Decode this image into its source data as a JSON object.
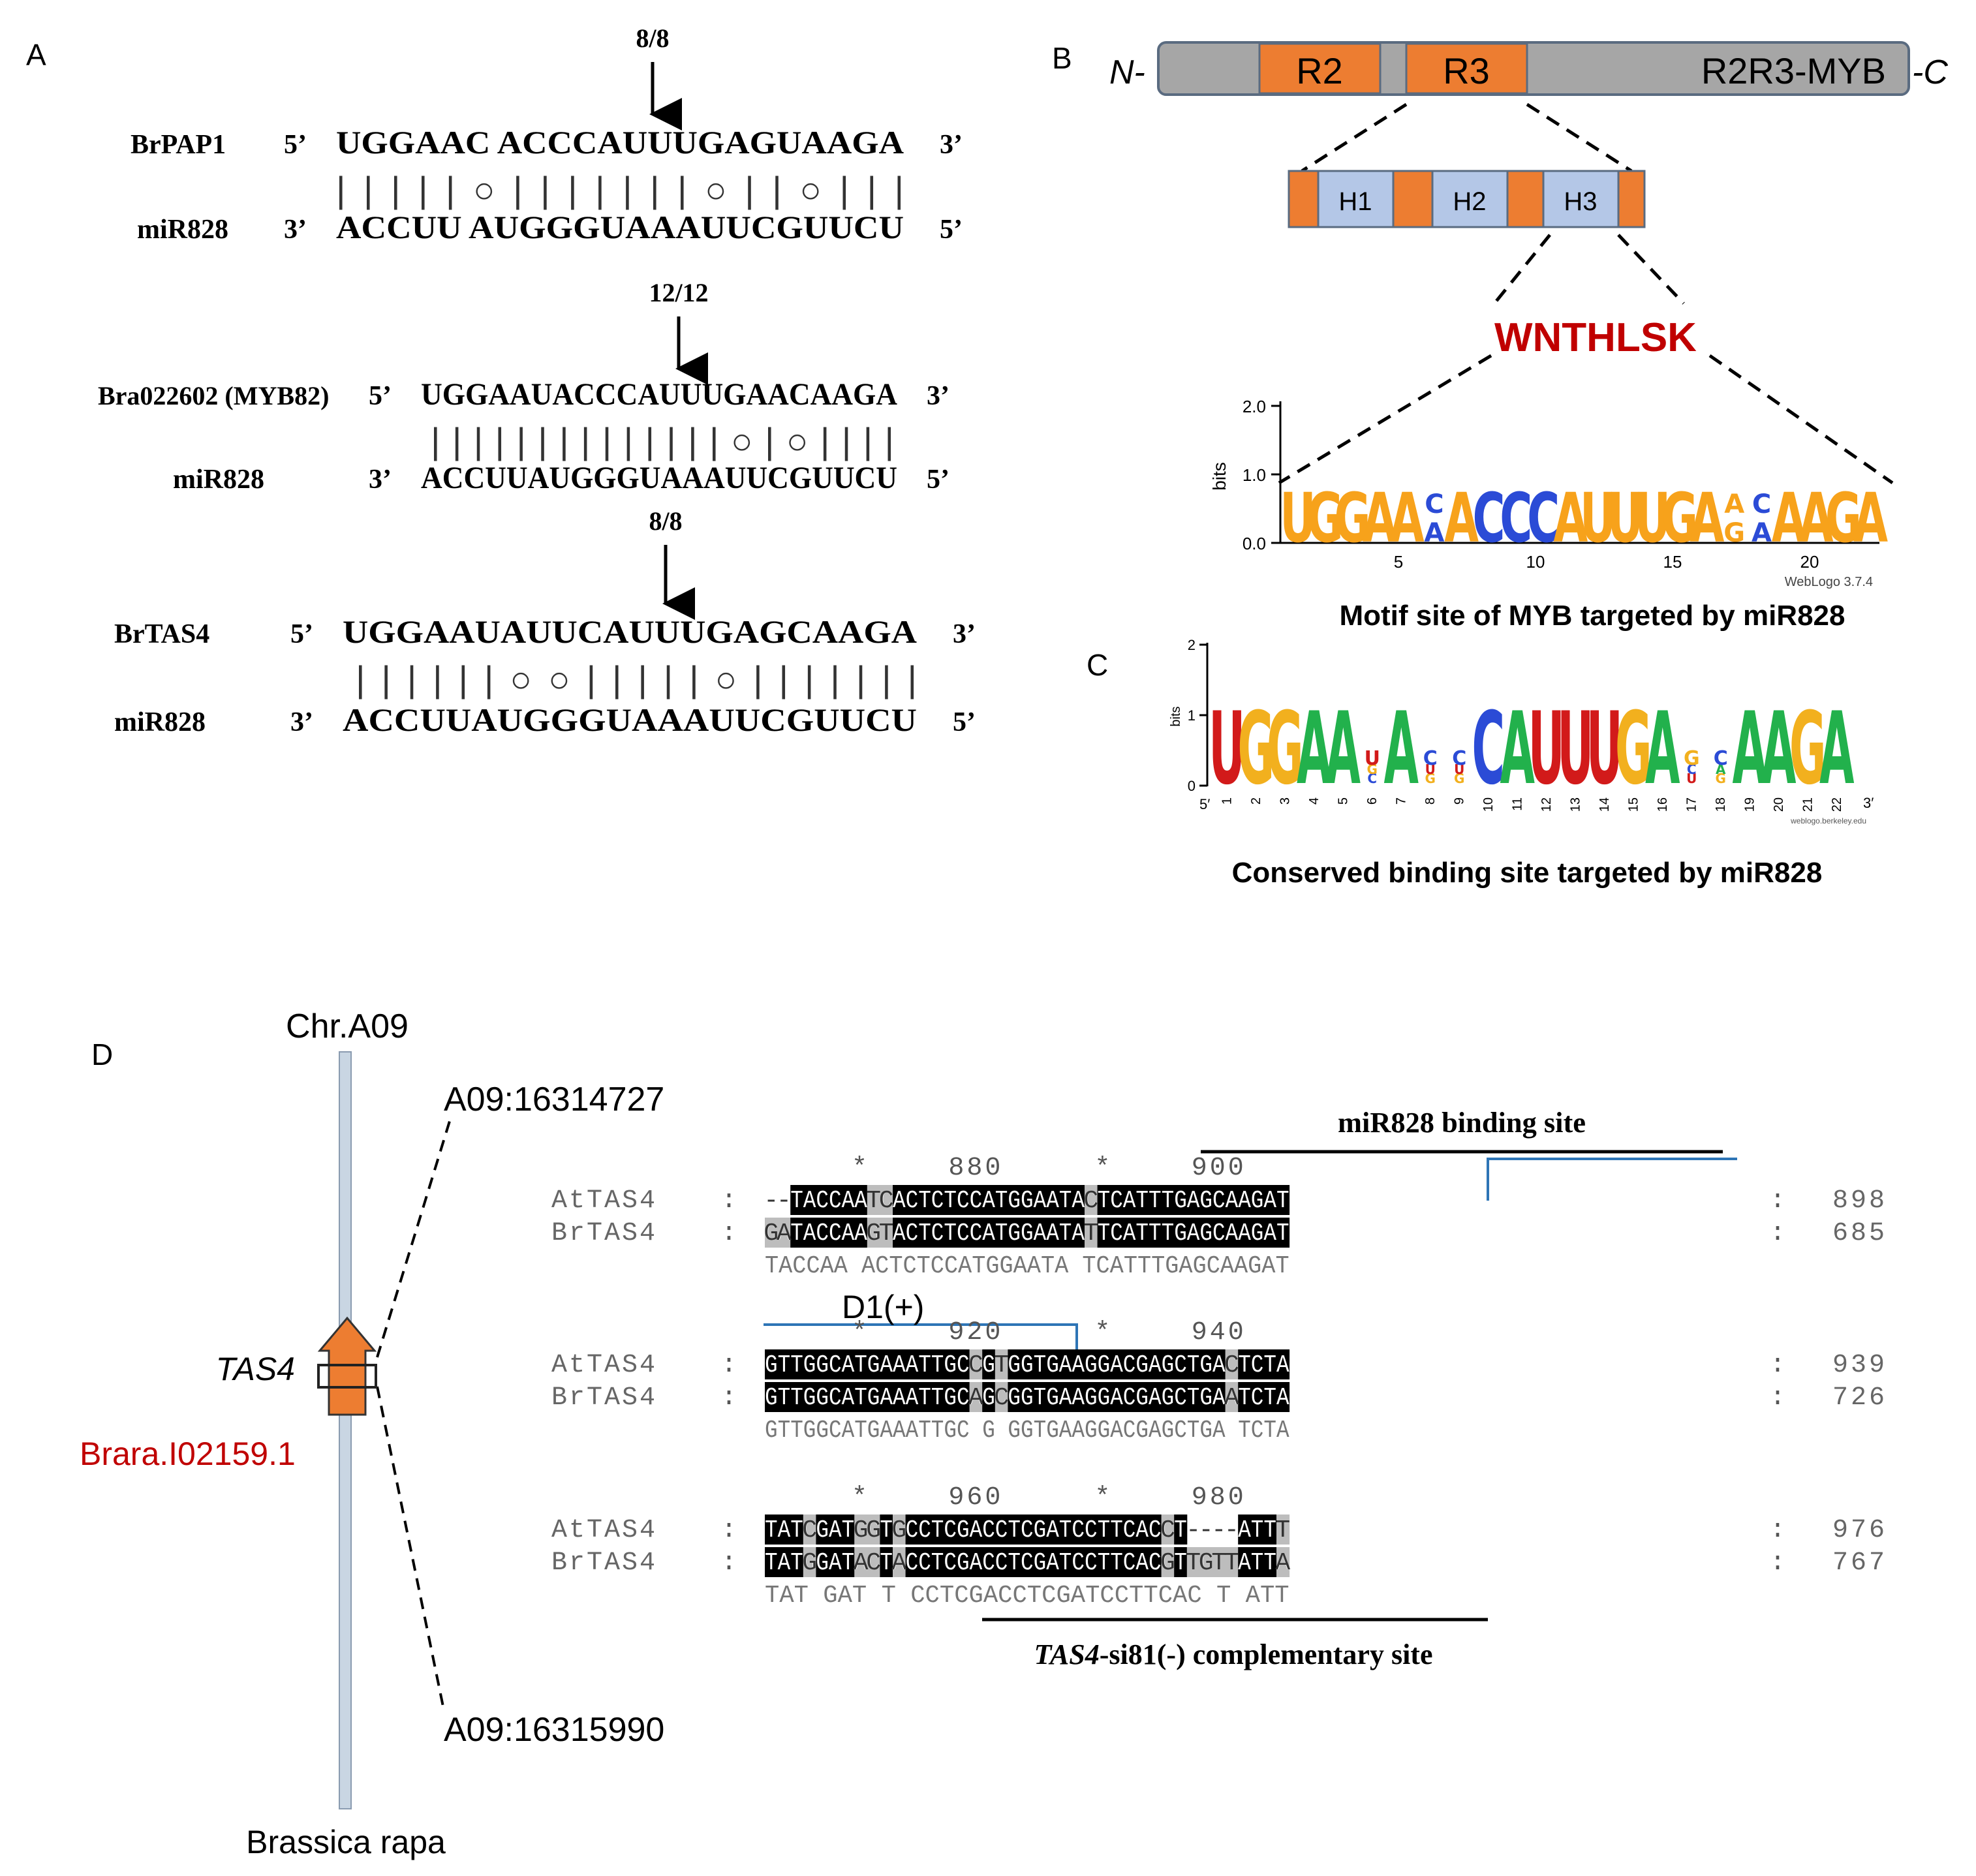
{
  "panel_labels": {
    "a": "A",
    "b": "B",
    "c": "C",
    "d": "D"
  },
  "panel_a": {
    "pairs": [
      {
        "ratio": "8/8",
        "target_name": "BrPAP1",
        "t5": "5’",
        "target_seq": "UGGAAC ACCCAUUUGAGUAAGA",
        "t3": "3’",
        "pairing": "|||||○|||||||○||○|||",
        "mirna_name": "miR828",
        "m3": "3’",
        "mirna_seq": "ACCUU AUGGGUAAAUUCGUUCU",
        "m5": "5’"
      },
      {
        "ratio": "12/12",
        "target_name": "Bra022602 (MYB82)",
        "t5": "5’",
        "target_seq": "UGGAAUACCCAUUUGAACAAGA",
        "t3": "3’",
        "pairing": "||||||||||||||○|○||||",
        "mirna_name": "miR828",
        "m3": "3’",
        "mirna_seq": "ACCUUAUGGGUAAAUUCGUUCU",
        "m5": "5’"
      },
      {
        "ratio": "8/8",
        "target_name": "BrTAS4",
        "t5": "5’",
        "target_seq": "UGGAAUAUUCAUUUGAGCAAGA",
        "t3": "3’",
        "pairing": "||||||○○|||||○|||||||",
        "mirna_name": "miR828",
        "m3": "3’",
        "mirna_seq": "ACCUUAUGGGUAAAUUCGUUCU",
        "m5": "5’"
      }
    ]
  },
  "panel_b": {
    "n_term": "N-",
    "c_term": "-C",
    "domains": [
      "R2",
      "R3"
    ],
    "protein": "R2R3-MYB",
    "helices": [
      "H1",
      "H2",
      "H3"
    ],
    "motif": "WNTHLSK",
    "logo": {
      "y_ticks": [
        "2.0",
        "1.0",
        "0.0"
      ],
      "y_label": "bits",
      "x_ticks": [
        "5",
        "10",
        "15",
        "20"
      ],
      "sequence": "UGGAAgACCCAUUUGAagAAGA",
      "credit": "WebLogo 3.7.4",
      "caption": "Motif site of MYB targeted by miR828"
    }
  },
  "panel_c": {
    "y_ticks": [
      "2",
      "1",
      "0"
    ],
    "y_label": "bits",
    "positions": [
      "1",
      "2",
      "3",
      "4",
      "5",
      "6",
      "7",
      "8",
      "9",
      "10",
      "11",
      "12",
      "13",
      "14",
      "15",
      "16",
      "17",
      "18",
      "19",
      "20",
      "21",
      "22"
    ],
    "end5": "5′",
    "end3": "3′",
    "credit": "weblogo.berkeley.edu",
    "caption": "Conserved binding site targeted by miR828"
  },
  "panel_d": {
    "chromosome": "Chr.A09",
    "start": "A09:16314727",
    "end": "A09:16315990",
    "gene": "TAS4",
    "gene_id": "Brara.I02159.1",
    "species": "Brassica rapa",
    "binding_label": "miR828 binding site",
    "d1_label": "D1(+)",
    "complementary_label_italic": "TAS4",
    "complementary_label_rest": "-si81(-) complementary site",
    "blocks": [
      {
        "ruler": [
          "*",
          "880",
          "*",
          "900"
        ],
        "rows": [
          {
            "name": "AtTAS4",
            "colon": ":",
            "seq": "--TACCAATCACTCTCCATGGAATACTCATTTGAGCAAGAT",
            "sep": ":",
            "num": "898"
          },
          {
            "name": "BrTAS4",
            "colon": ":",
            "seq": "GATACCAAGTACTCTCCATGGAATATTCATTTGAGCAAGAT",
            "sep": ":",
            "num": "685"
          }
        ],
        "consensus": "  TACCAA  ACTCTCCATGGAATA TCATTTGAGCAAGAT"
      },
      {
        "ruler": [
          "*",
          "920",
          "*",
          "940"
        ],
        "rows": [
          {
            "name": "AtTAS4",
            "colon": ":",
            "seq": "GTTGGCATGAAATTGCCGTGGTGAAGGACGAGCTGACTCTA",
            "sep": ":",
            "num": "939"
          },
          {
            "name": "BrTAS4",
            "colon": ":",
            "seq": "GTTGGCATGAAATTGCAGCGGTGAAGGACGAGCTGAATCTA",
            "sep": ":",
            "num": "726"
          }
        ],
        "consensus": "GTTGGCATGAAATTGC G GGTGAAGGACGAGCTGA TCTA"
      },
      {
        "ruler": [
          "*",
          "960",
          "*",
          "980"
        ],
        "rows": [
          {
            "name": "AtTAS4",
            "colon": ":",
            "seq": "TATCGATGGTGCCTCGACCTCGATCCTTCACCT----ATTT",
            "sep": ":",
            "num": "976"
          },
          {
            "name": "BrTAS4",
            "colon": ":",
            "seq": "TATGGATACTACCTCGACCTCGATCCTTCACGTTGTTATTA",
            "sep": ":",
            "num": "767"
          }
        ],
        "consensus": "TAT GAT  T CCTCGACCTCGATCCTTCAC T    ATT "
      }
    ]
  },
  "colors": {
    "orange": "#ED7D31",
    "gray": "#A6A6A6",
    "helix": "#B4C7E7",
    "red": "#C00000",
    "blue": "#2E75B6",
    "chrom": "#C9D6E3"
  }
}
